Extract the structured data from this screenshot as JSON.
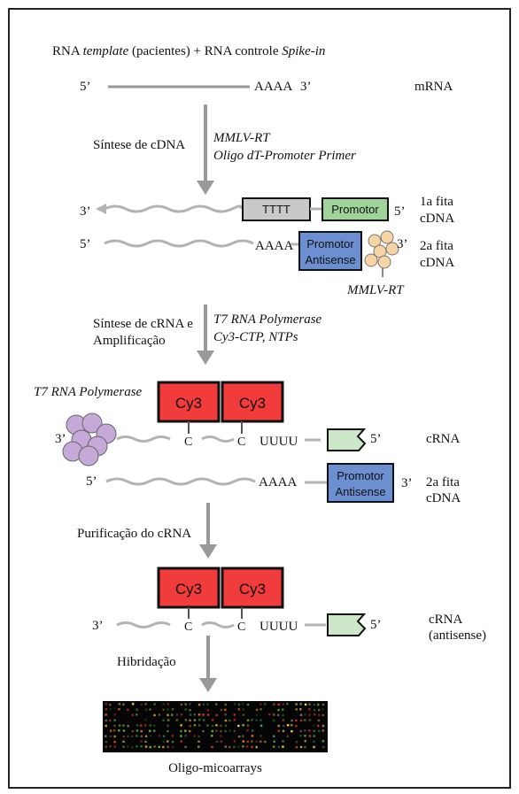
{
  "header": {
    "prefix": "RNA ",
    "template_word": "template",
    "middle": " (pacientes) + RNA controle ",
    "spike_word": "Spike-in"
  },
  "mrna": {
    "left_end": "5’",
    "poly_a": "AAAA",
    "right_end": "3’",
    "label": "mRNA"
  },
  "step1": {
    "label": "Síntese de cDNA",
    "reagent_1": "MMLV-RT",
    "reagent_2": "Oligo dT-Promoter Primer"
  },
  "first_strand": {
    "left_end": "3’",
    "polyt_box": "TTTT",
    "promoter_box": "Promotor",
    "right_end": "5’",
    "label_line1": "1a fita",
    "label_line2": "cDNA"
  },
  "second_strand": {
    "left_end": "5’",
    "poly_a": "AAAA",
    "box_line1": "Promotor",
    "box_line2": "Antisense",
    "right_end": "3’",
    "label_line1": "2a fita",
    "label_line2": "cDNA",
    "enzyme": "MMLV-RT"
  },
  "step2": {
    "label_line1": "Síntese de cRNA e",
    "label_line2": "Amplificação",
    "reagent_1": "T7 RNA Polymerase",
    "reagent_2": "Cy3-CTP, NTPs"
  },
  "crna": {
    "enzyme": "T7 RNA Polymerase",
    "dye_1": "Cy3",
    "dye_2": "Cy3",
    "left_end": "3’",
    "c_1": "C",
    "c_2": "C",
    "poly_u": "UUUU",
    "right_end": "5’",
    "label": "cRNA"
  },
  "second_strand_b": {
    "left_end": "5’",
    "poly_a": "AAAA",
    "box_line1": "Promotor",
    "box_line2": "Antisense",
    "right_end": "3’",
    "label_line1": "2a fita",
    "label_line2": "cDNA"
  },
  "step3": {
    "label": "Purificação do cRNA"
  },
  "crna_purified": {
    "dye_1": "Cy3",
    "dye_2": "Cy3",
    "left_end": "3’",
    "c_1": "C",
    "c_2": "C",
    "poly_u": "UUUU",
    "right_end": "5’",
    "label_line1": "cRNA",
    "label_line2": "(antisense)"
  },
  "step4": {
    "label": "Hibridação"
  },
  "microarray": {
    "caption": "Oligo-micoarrays"
  },
  "colors": {
    "dye": "#f23b3b",
    "promoter_green": "#9fd39a",
    "antisense_blue": "#6b8fd1",
    "polyt_gray": "#c9c9c9",
    "strand": "#b3b3b3",
    "enzyme_orange": "#f7d4a3",
    "enzyme_purple": "#c6a9d9"
  }
}
